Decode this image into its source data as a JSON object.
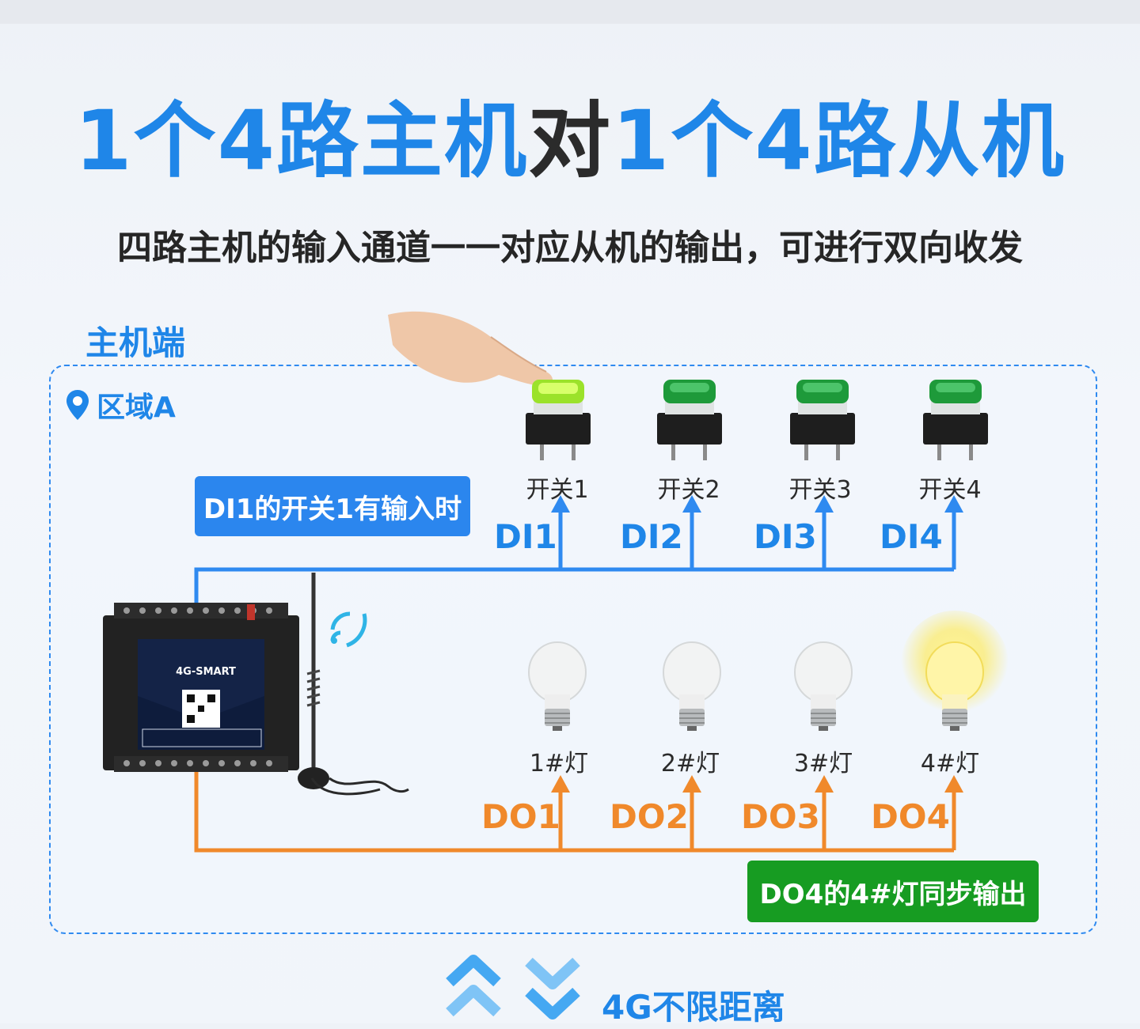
{
  "title": {
    "part1": "1个4路主机",
    "part2": "对",
    "part3": "1个4路从机"
  },
  "subtitle": "四路主机的输入通道一一对应从机的输出，可进行双向收发",
  "host_label": "主机端",
  "zone_label": "区域A",
  "callout_input": "DI1的开关1有输入时",
  "callout_output": "DO4的4#灯同步输出",
  "switches": [
    "开关1",
    "开关2",
    "开关3",
    "开关4"
  ],
  "di_channels": [
    "DI1",
    "DI2",
    "DI3",
    "DI4"
  ],
  "lamps": [
    "1#灯",
    "2#灯",
    "3#灯",
    "4#灯"
  ],
  "do_channels": [
    "DO1",
    "DO2",
    "DO3",
    "DO4"
  ],
  "device": {
    "name": "4G-SMART"
  },
  "footer": "4G不限距离",
  "colors": {
    "blue": "#1f86e8",
    "orange": "#f0892b",
    "green": "#179c22",
    "lit": "#ffe94a"
  }
}
